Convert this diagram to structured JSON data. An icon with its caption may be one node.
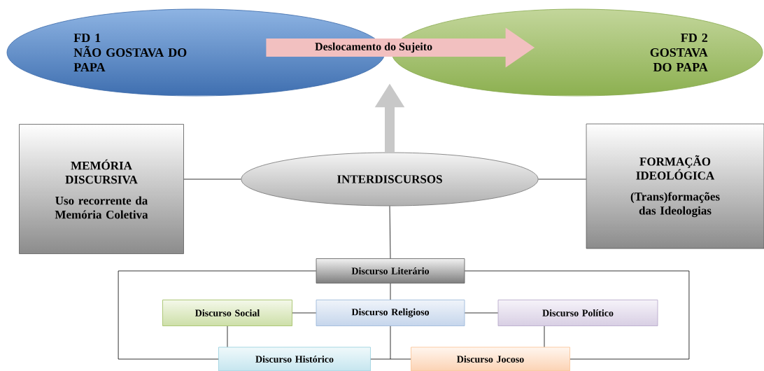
{
  "diagram": {
    "nodes": [
      {
        "text": [
          "FD 1",
          "NÃO GOSTAVA DO PAPA"
        ]
      },
      {
        "text": [
          "FD 2",
          "GOSTAVA DO PAPA"
        ]
      },
      {
        "text": [
          "MEMÓRIA DISCURSIVA",
          "Uso recorrente da Memória Coletiva"
        ]
      },
      {
        "text": [
          "INTERDISCURSOS"
        ]
      },
      {
        "text": [
          "FORMAÇÃO IDEOLÓGICA",
          "(Trans)formações das Ideologias"
        ]
      },
      {
        "text": [
          "Discurso Literário"
        ]
      },
      {
        "text": [
          "Discurso Social"
        ]
      },
      {
        "text": [
          "Discurso Religioso"
        ]
      },
      {
        "text": [
          "Discurso Político"
        ]
      },
      {
        "text": [
          "Discurso Histórico"
        ]
      },
      {
        "text": [
          "Discurso Jocoso"
        ]
      }
    ],
    "edges": [
      {
        "from": 0,
        "to": 1,
        "arrow": "to",
        "label": "Deslocamento do Sujeito",
        "style": "thick",
        "color": "#f2c0c0"
      },
      {
        "from": 3,
        "to": 1,
        "arrow": "to",
        "style": "thick",
        "color": "#c8c8c8"
      },
      {
        "from": 2,
        "to": 3,
        "arrow": "none"
      },
      {
        "from": 3,
        "to": 4,
        "arrow": "none"
      },
      {
        "from": 3,
        "to": 5,
        "arrow": "none"
      },
      {
        "from": 5,
        "to": 7,
        "arrow": "none"
      },
      {
        "from": 6,
        "to": 7,
        "arrow": "none"
      },
      {
        "from": 7,
        "to": 8,
        "arrow": "none"
      },
      {
        "from": 6,
        "to": 9,
        "arrow": "none"
      },
      {
        "from": 8,
        "to": 10,
        "arrow": "none"
      },
      {
        "from": 7,
        "to": 9,
        "arrow": "none"
      },
      {
        "from": 7,
        "to": 10,
        "arrow": "none"
      },
      {
        "from": 5,
        "to": 9,
        "arrow": "none"
      },
      {
        "from": 5,
        "to": 10,
        "arrow": "none"
      }
    ]
  }
}
